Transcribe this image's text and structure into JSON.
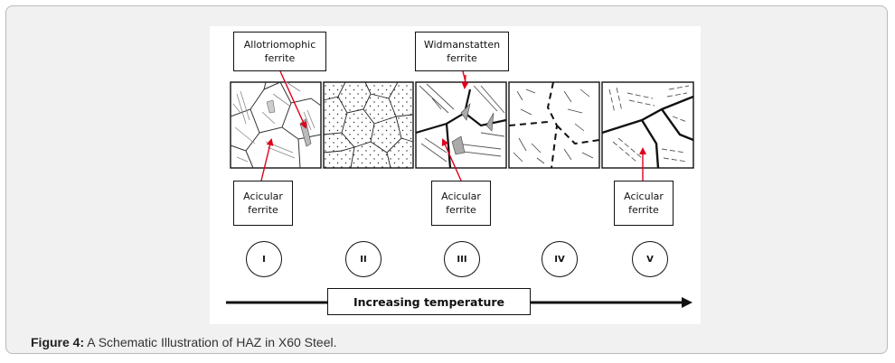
{
  "caption": {
    "label": "Figure 4:",
    "text": " A Schematic Illustration of HAZ in X60 Steel."
  },
  "labels": {
    "allotriomorphic": [
      "Allotriomophic",
      "ferrite"
    ],
    "widmanstatten": [
      "Widmanstatten",
      "ferrite"
    ],
    "acicular_1": [
      "Acicular",
      "ferrite"
    ],
    "acicular_3": [
      "Acicular",
      "ferrite"
    ],
    "acicular_5": [
      "Acicular",
      "ferrite"
    ]
  },
  "zones": [
    "I",
    "II",
    "III",
    "IV",
    "V"
  ],
  "axis_label": "Increasing temperature",
  "colors": {
    "arrow": "#e0001a",
    "ink": "#111111",
    "panel": "#f1f1f1",
    "border": "#b9b9b9"
  }
}
